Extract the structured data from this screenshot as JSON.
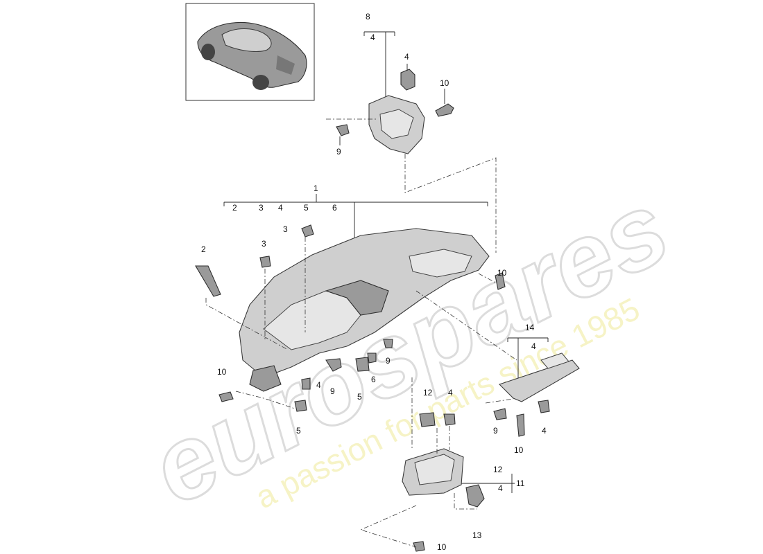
{
  "watermark": {
    "brand": "eurospares",
    "tagline": "a passion for parts since 1985"
  },
  "callouts": {
    "c8": "8",
    "c8_4": "4",
    "c4_bracket": "4",
    "c10_upper": "10",
    "c9_upper": "9",
    "c1": "1",
    "c1_2": "2",
    "c1_3": "3",
    "c1_4": "4",
    "c1_5": "5",
    "c1_6": "6",
    "c3_top": "3",
    "c2": "2",
    "c3_left": "3",
    "c10_right": "10",
    "c14": "14",
    "c14_4": "4",
    "c9_mid": "9",
    "c6": "6",
    "c9_center": "9",
    "c4_mid": "4",
    "c5_mid": "5",
    "c10_left": "10",
    "c5_low": "5",
    "c12": "12",
    "c4_low": "4",
    "c9_right": "9",
    "c10_right_low": "10",
    "c4_right_low": "4",
    "c11": "11",
    "c11_12": "12",
    "c11_4": "4",
    "c13": "13",
    "c10_bottom": "10"
  }
}
